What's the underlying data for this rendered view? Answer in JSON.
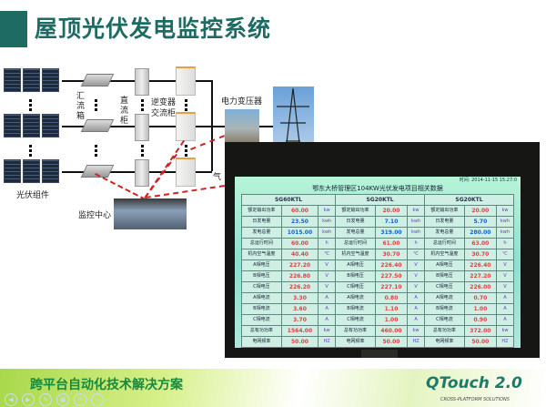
{
  "title": "屋顶光伏发电监控系统",
  "diagram": {
    "pv_label": "光伏组件",
    "combiner_label": "汇流箱",
    "dc_cabinet_label": "直流柜",
    "inverter_label_1": "逆变器",
    "inverter_label_2": "交流柜",
    "transformer_label": "电力变压器",
    "monitor_center_label": "监控中心",
    "truncated_label": "气",
    "link_color": "#d22222"
  },
  "screen": {
    "title": "鄂东大桥管理区104KW光伏发电项目相关数据",
    "time_label": "时间:",
    "time": "2014-11-15 15:27:0",
    "groups": [
      "SG60KTL",
      "SG20KTL",
      "SG20KTL"
    ],
    "rows": [
      {
        "label": "额定输出功率",
        "values": [
          "60.00",
          "20.00",
          "20.00"
        ],
        "unit": "kw",
        "color": "#e04040"
      },
      {
        "label": "日发电量",
        "values": [
          "23.50",
          "7.10",
          "5.70"
        ],
        "unit": "kwh",
        "color": "#1060d0"
      },
      {
        "label": "发电总量",
        "values": [
          "1015.00",
          "319.00",
          "280.00"
        ],
        "unit": "kwh",
        "color": "#1060d0"
      },
      {
        "label": "总运行时间",
        "values": [
          "60.00",
          "61.00",
          "63.00"
        ],
        "unit": "h",
        "color": "#e04040"
      },
      {
        "label": "机内空气温度",
        "values": [
          "40.40",
          "30.70",
          "30.70"
        ],
        "unit": "℃",
        "color": "#e04040"
      },
      {
        "label": "A相电压",
        "values": [
          "227.20",
          "226.40",
          "226.40"
        ],
        "unit": "V",
        "color": "#e04040"
      },
      {
        "label": "B相电压",
        "values": [
          "226.80",
          "227.50",
          "227.20"
        ],
        "unit": "V",
        "color": "#e04040"
      },
      {
        "label": "C相电压",
        "values": [
          "226.20",
          "227.10",
          "226.00"
        ],
        "unit": "V",
        "color": "#e04040"
      },
      {
        "label": "A相电流",
        "values": [
          "3.30",
          "0.80",
          "0.70"
        ],
        "unit": "A",
        "color": "#e04040"
      },
      {
        "label": "B相电流",
        "values": [
          "3.60",
          "1.10",
          "1.00"
        ],
        "unit": "A",
        "color": "#e04040"
      },
      {
        "label": "C相电流",
        "values": [
          "3.70",
          "1.00",
          "0.90"
        ],
        "unit": "A",
        "color": "#e04040"
      },
      {
        "label": "总有功功率",
        "values": [
          "1564.00",
          "460.00",
          "372.00"
        ],
        "unit": "kw",
        "color": "#e04040"
      },
      {
        "label": "电网频率",
        "values": [
          "50.00",
          "50.00",
          "50.00"
        ],
        "unit": "HZ",
        "color": "#e04040"
      }
    ]
  },
  "footer": {
    "text": "跨平台自动化技术解决方案",
    "brand": "QTouch 2.0",
    "brand_sub": "CROSS-PLATFORM SOLUTIONS",
    "nav": [
      "◀",
      "▶",
      "✎",
      "▣",
      "⚲",
      "⋯"
    ]
  }
}
